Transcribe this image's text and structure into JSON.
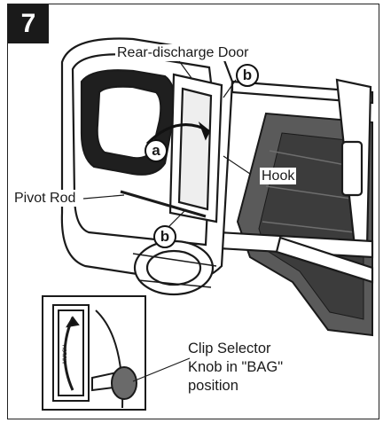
{
  "step": {
    "number": "7"
  },
  "labels": {
    "rear_door": "Rear-discharge Door",
    "hook": "Hook",
    "pivot_rod": "Pivot Rod",
    "callout_a": "a",
    "callout_b": "b"
  },
  "inset": {
    "lines": [
      "Clip Selector",
      "Knob in \"BAG\"",
      "position"
    ],
    "arrow_text": "MULCH"
  },
  "colors": {
    "ink": "#1a1a1a",
    "bag": "#5a5a5a",
    "bag_dark": "#3c3c3c",
    "paper": "#ffffff"
  }
}
